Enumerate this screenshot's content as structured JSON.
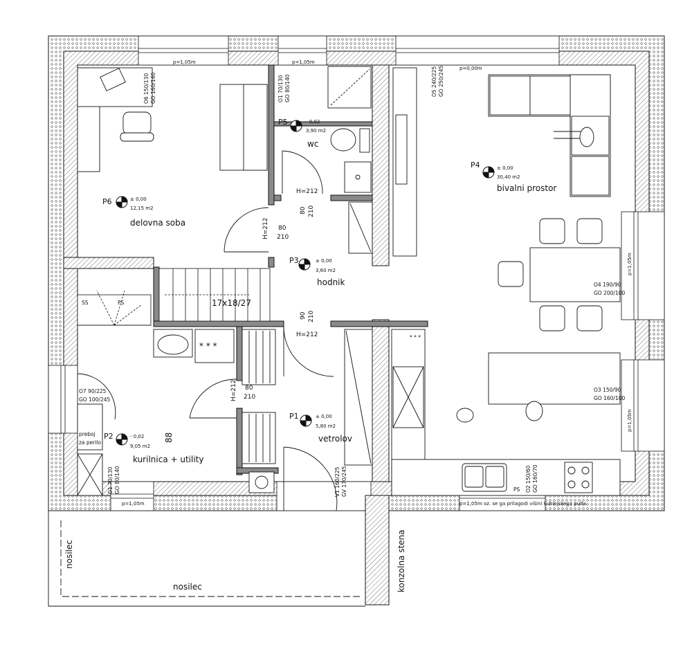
{
  "rooms": {
    "p1": {
      "code": "P1",
      "level": "± 0,00",
      "area": "5,80 m2",
      "name": "vetrolov"
    },
    "p2": {
      "code": "P2",
      "level": "- 0,02",
      "area": "9,05 m2",
      "name": "kurilnica + utility"
    },
    "p3": {
      "code": "P3",
      "level": "± 0,00",
      "area": "3,60 m2",
      "name": "hodnik"
    },
    "p4": {
      "code": "P4",
      "level": "± 0,00",
      "area": "30,40 m2",
      "name": "bivalni prostor"
    },
    "p5": {
      "code": "P5",
      "level": "- 0,02",
      "area": "3,90 m2",
      "name": "wc"
    },
    "p6": {
      "code": "P6",
      "level": "± 0,00",
      "area": "12,15 m2",
      "name": "delovna soba"
    }
  },
  "parapets": {
    "top_left": "p=1,05m",
    "top_mid": "p=1,05m",
    "top_right": "p=0,00m",
    "right_upper": "p=1,05m",
    "right_lower": "p=1,05m",
    "bottom_left": "p=1,05m",
    "bottom_right": "p=1,05m oz. se ga prilagodi višini kuhinjskega pulta"
  },
  "openings": {
    "o6_a": "O6 150/130",
    "o6_b": "GO 160/140",
    "o1_wc_a": "O1 70/130",
    "o1_wc_b": "GO 80/140",
    "o5_a": "O5 240/225",
    "o5_b": "GO 250/245",
    "o4_a": "O4 190/90",
    "o4_b": "GO 200/100",
    "o3_a": "O3 150/90",
    "o3_b": "GO 160/100",
    "o2_a": "O2 150/60",
    "o2_b": "GO 160/70",
    "o7_a": "O7 90/225",
    "o7_b": "GO 100/245",
    "o1_p2_a": "O1 70/130",
    "o1_p2_b": "GO 80/140",
    "v1_a": "V1 160/225",
    "v1_b": "GV 170/245"
  },
  "door_dims": {
    "wc_h": "H=212",
    "wc_w": "80",
    "wc_hh": "210",
    "p6_h": "H=212",
    "p6_w": "80",
    "p6_hh": "210",
    "p1_h": "H=212",
    "p1_w": "90",
    "p1_hh": "210",
    "p2_h": "H=212",
    "p2_w": "80",
    "p2_hh": "210"
  },
  "labels": {
    "stairs": "17x18/27",
    "ss": "SS",
    "ps_stair": "PS",
    "ps_kitchen": "PS",
    "preboj_1": "preboj",
    "preboj_2": "za perilo",
    "dim_88": "88",
    "nosilec_v": "nosilec",
    "nosilec_h": "nosilec",
    "konzolna": "konzolna stena",
    "stars_kitchen": "* * *",
    "stars_utility": "* * *"
  },
  "colors": {
    "wall_fill": "#ffffff",
    "partition": "#8a8a8a",
    "line": "#111111"
  }
}
